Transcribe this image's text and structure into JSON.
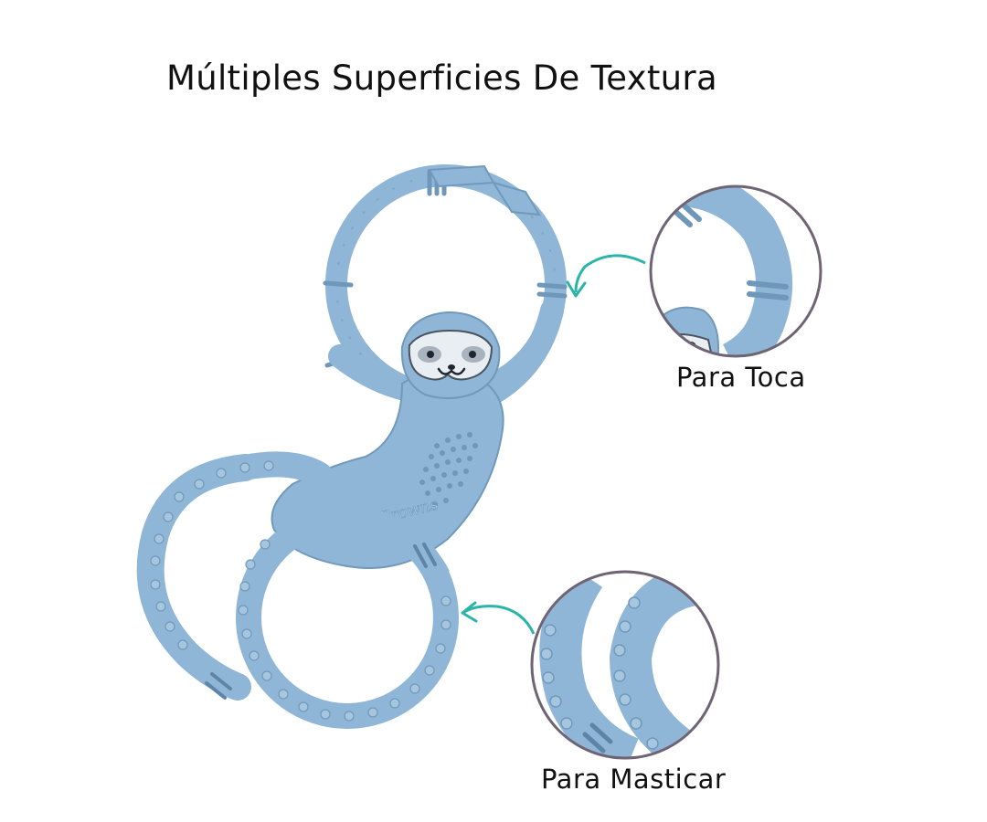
{
  "heading": "Múltiples Superficies De Textura",
  "callouts": {
    "touch_label": "Para Toca",
    "chew_label": "Para Masticar"
  },
  "product": {
    "brand_mark": "DrBrowns"
  },
  "colors": {
    "teether": "#8fb6d6",
    "teether_shadow": "#7099bb",
    "teether_dark": "#5e85a8",
    "arrow": "#2bb5a8",
    "zoom_ring": "#6f6473",
    "text": "#111111"
  },
  "icons": {
    "touch_arrow": "curved-arrow-icon",
    "chew_arrow": "curved-arrow-icon"
  }
}
